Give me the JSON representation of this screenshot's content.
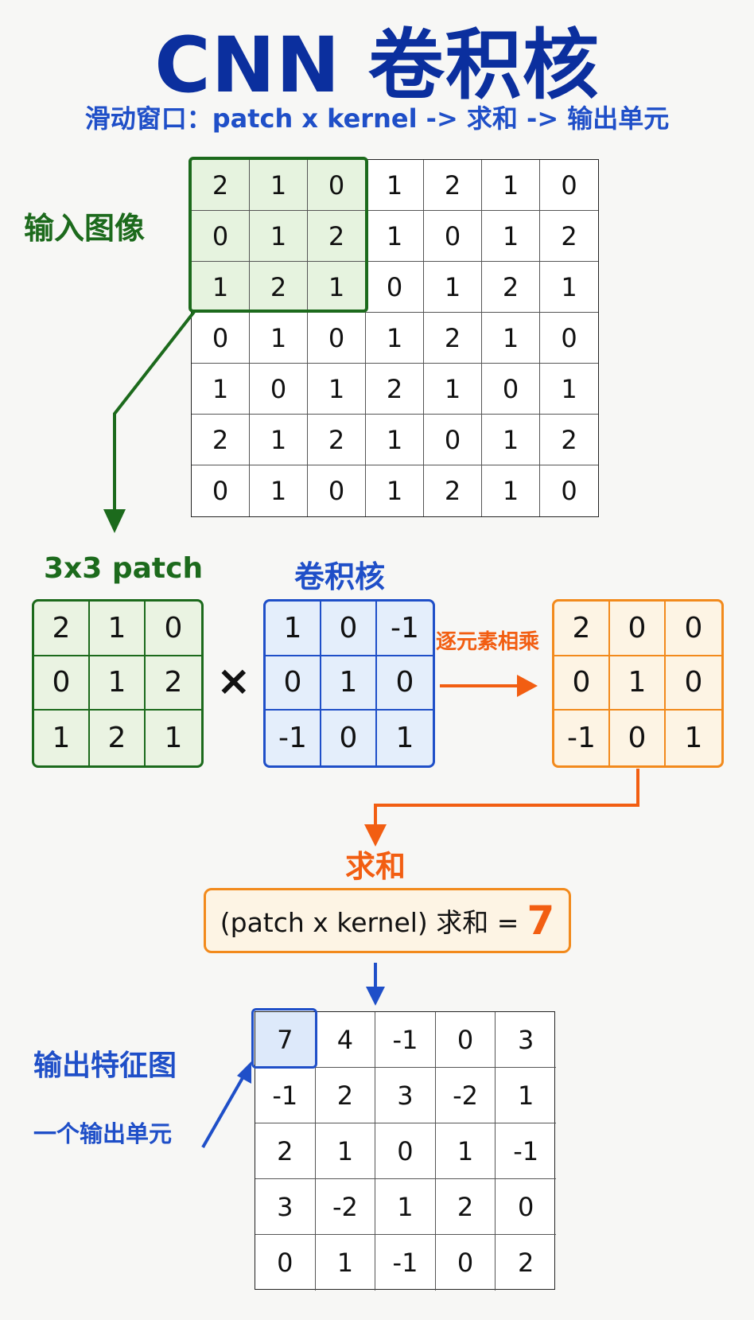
{
  "title": "CNN 卷积核",
  "subtitle": "滑动窗口：patch x kernel -> 求和 -> 输出单元",
  "labels": {
    "input_image": "输入图像",
    "patch": "3x3 patch",
    "kernel": "卷积核",
    "multiply_op": "×",
    "elementwise": "逐元素相乘",
    "sum": "求和",
    "output_map": "输出特征图",
    "output_unit": "一个输出单元"
  },
  "input_matrix": [
    [
      "2",
      "1",
      "0",
      "1",
      "2",
      "1",
      "0"
    ],
    [
      "0",
      "1",
      "2",
      "1",
      "0",
      "1",
      "2"
    ],
    [
      "1",
      "2",
      "1",
      "0",
      "1",
      "2",
      "1"
    ],
    [
      "0",
      "1",
      "0",
      "1",
      "2",
      "1",
      "0"
    ],
    [
      "1",
      "0",
      "1",
      "2",
      "1",
      "0",
      "1"
    ],
    [
      "2",
      "1",
      "2",
      "1",
      "0",
      "1",
      "2"
    ],
    [
      "0",
      "1",
      "0",
      "1",
      "2",
      "1",
      "0"
    ]
  ],
  "patch_matrix": [
    [
      "2",
      "1",
      "0"
    ],
    [
      "0",
      "1",
      "2"
    ],
    [
      "1",
      "2",
      "1"
    ]
  ],
  "kernel_matrix": [
    [
      "1",
      "0",
      "-1"
    ],
    [
      "0",
      "1",
      "0"
    ],
    [
      "-1",
      "0",
      "1"
    ]
  ],
  "product_matrix": [
    [
      "2",
      "0",
      "0"
    ],
    [
      "0",
      "1",
      "0"
    ],
    [
      "-1",
      "0",
      "1"
    ]
  ],
  "sum_expression": {
    "text": "(patch x kernel) 求和 =",
    "result": "7"
  },
  "output_matrix": [
    [
      "7",
      "4",
      "-1",
      "0",
      "3"
    ],
    [
      "-1",
      "2",
      "3",
      "-2",
      "1"
    ],
    [
      "2",
      "1",
      "0",
      "1",
      "-1"
    ],
    [
      "3",
      "-2",
      "1",
      "2",
      "0"
    ],
    [
      "0",
      "1",
      "-1",
      "0",
      "2"
    ]
  ],
  "colors": {
    "title": "#0b2f9e",
    "green": "#1c6a1c",
    "blue": "#1f4fc8",
    "orange": "#f25e12"
  }
}
